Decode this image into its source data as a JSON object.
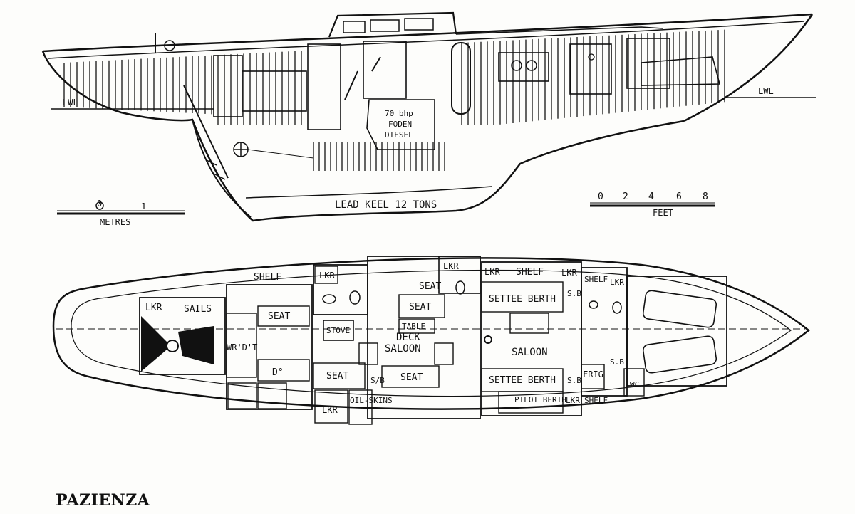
{
  "caption": "PAZIENZA",
  "profile": {
    "waterline_left": "LWL",
    "waterline_right": "LWL",
    "engine_line1": "70 bhp",
    "engine_line2": "FODEN",
    "engine_line3": "DIESEL",
    "keel": "LEAD KEEL 12 TONS"
  },
  "scales": {
    "metres": {
      "ticks": [
        "0",
        "1"
      ],
      "unit": "METRES"
    },
    "feet": {
      "ticks": [
        "0",
        "2",
        "4",
        "6",
        "8"
      ],
      "unit": "FEET"
    }
  },
  "plan": {
    "labels": [
      "LKR",
      "SAILS",
      "SHELF",
      "WR'D'T",
      "SEAT",
      "D°",
      "LKR",
      "SEAT",
      "SEAT",
      "OIL-SKINS",
      "LKR",
      "DECK",
      "SALOON",
      "TABLE",
      "STOVE",
      "SEAT",
      "SEAT",
      "S/B",
      "LKR",
      "LKR",
      "SHELF",
      "LKR",
      "SETTEE BERTH",
      "SALOON",
      "SETTEE BERTH",
      "PILOT BERTH",
      "LKR",
      "SHELF",
      "S.B",
      "S.B",
      "FRIG",
      "S.B",
      "SHELF",
      "WC",
      "LKR"
    ]
  }
}
